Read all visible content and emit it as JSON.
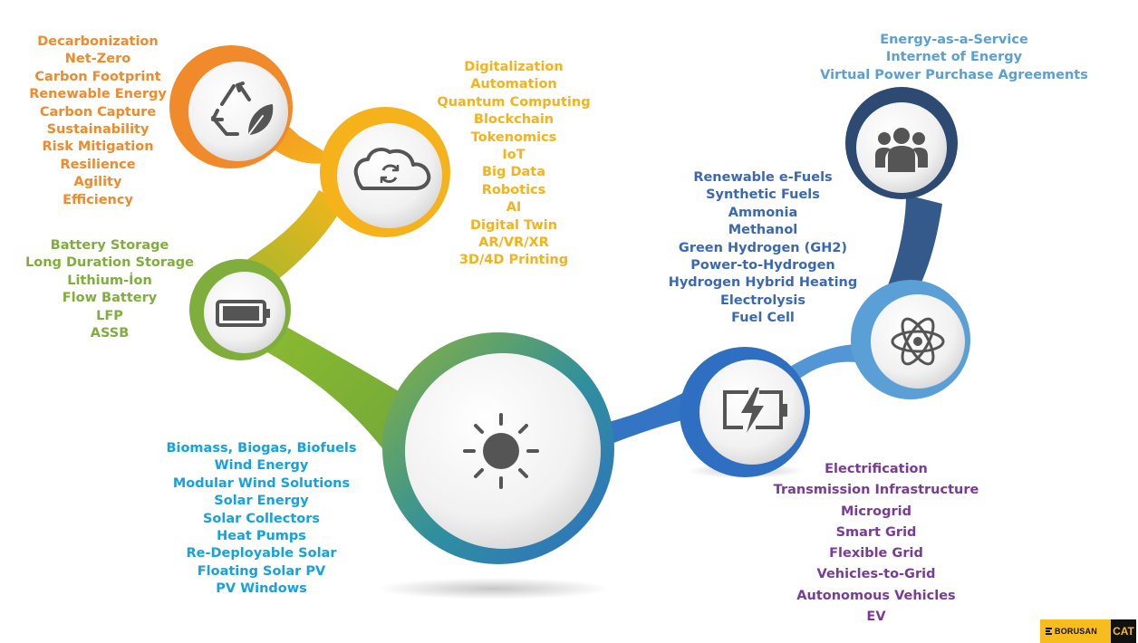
{
  "colors": {
    "orange": "#f08a2a",
    "yellow": "#f6b21b",
    "green": "#7fae3c",
    "cyan": "#15a2de",
    "blue": "#3a68b7",
    "light_blue": "#5a9fd6",
    "purple": "#7a3b98",
    "navy": "#2c4a72"
  },
  "nodes": [
    {
      "name": "recycle-leaf-node",
      "icon": "recycle-leaf-icon",
      "ring": "orange"
    },
    {
      "name": "cloud-sync-node",
      "icon": "cloud-sync-icon",
      "ring": "yellow"
    },
    {
      "name": "battery-node",
      "icon": "battery-icon",
      "ring": "green"
    },
    {
      "name": "sun-node",
      "icon": "sun-icon",
      "ring": "green-to-blue gradient"
    },
    {
      "name": "charging-battery-node",
      "icon": "charging-battery-icon",
      "ring": "blue"
    },
    {
      "name": "atom-node",
      "icon": "atom-icon",
      "ring": "light_blue"
    },
    {
      "name": "people-node",
      "icon": "people-group-icon",
      "ring": "navy"
    }
  ],
  "lists": {
    "orange": [
      "Decarbonization",
      "Net-Zero",
      "Carbon Footprint",
      "Renewable Energy",
      "Carbon Capture",
      "Sustainability",
      "Risk Mitigation",
      "Resilience",
      "Agility",
      "Efficiency"
    ],
    "yellow": [
      "Digitalization",
      "Automation",
      "Quantum Computing",
      "Blockchain",
      "Tokenomics",
      "IoT",
      "Big Data",
      "Robotics",
      "AI",
      "Digital Twin",
      "AR/VR/XR",
      "3D/4D Printing"
    ],
    "green": [
      "Battery Storage",
      "Long Duration Storage",
      "Lithium-İon",
      "Flow Battery",
      "LFP",
      "ASSB"
    ],
    "cyan": [
      "Biomass, Biogas, Biofuels",
      "Wind Energy",
      "Modular Wind Solutions",
      "Solar Energy",
      "Solar Collectors",
      "Heat Pumps",
      "Re-Deployable Solar",
      "Floating Solar PV",
      "PV Windows"
    ],
    "blue": [
      "Renewable e-Fuels",
      "Synthetic Fuels",
      "Ammonia",
      "Methanol",
      "Green Hydrogen (GH2)",
      "Power-to-Hydrogen",
      "Hydrogen Hybrid Heating",
      "Electrolysis",
      "Fuel Cell"
    ],
    "light_blue": [
      "Energy-as-a-Service",
      "Internet of Energy",
      "Virtual Power Purchase Agreements"
    ],
    "purple": [
      "Electrification",
      "Transmission Infrastructure",
      "Microgrid",
      "Smart Grid",
      "Flexible Grid",
      "Vehicles-to-Grid",
      "Autonomous Vehicles",
      "EV"
    ]
  },
  "logo": {
    "company": "BORUSAN",
    "brand": "CAT"
  }
}
